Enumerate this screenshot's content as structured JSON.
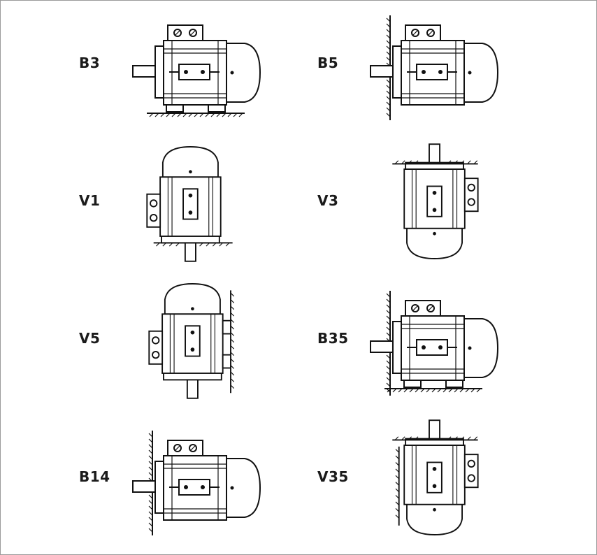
{
  "mountings": [
    {
      "id": "B3",
      "label": "B3"
    },
    {
      "id": "B5",
      "label": "B5"
    },
    {
      "id": "V1",
      "label": "V1"
    },
    {
      "id": "V3",
      "label": "V3"
    },
    {
      "id": "V5",
      "label": "V5"
    },
    {
      "id": "B35",
      "label": "B35"
    },
    {
      "id": "B14",
      "label": "B14"
    },
    {
      "id": "V35",
      "label": "V35"
    }
  ]
}
